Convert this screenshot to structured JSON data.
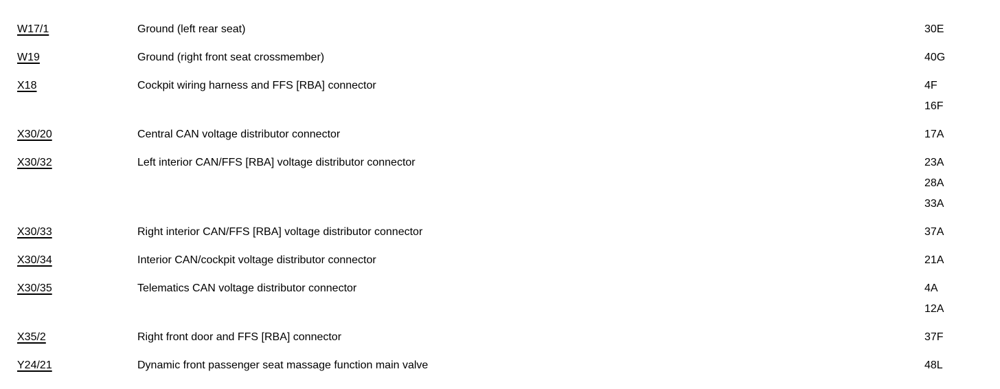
{
  "legend": {
    "text_color": "#000000",
    "background_color": "#ffffff",
    "rows": [
      {
        "code": "W17/1",
        "description": "Ground (left rear seat)",
        "refs": [
          "30E"
        ]
      },
      {
        "code": "W19",
        "description": "Ground (right front seat crossmember)",
        "refs": [
          "40G"
        ]
      },
      {
        "code": "X18",
        "description": "Cockpit wiring harness and FFS [RBA] connector",
        "refs": [
          "4F",
          "16F"
        ]
      },
      {
        "code": "X30/20",
        "description": "Central CAN voltage distributor connector",
        "refs": [
          "17A"
        ]
      },
      {
        "code": "X30/32",
        "description": "Left interior CAN/FFS [RBA] voltage distributor connector",
        "refs": [
          "23A",
          "28A",
          "33A"
        ]
      },
      {
        "code": "X30/33",
        "description": "Right interior CAN/FFS [RBA] voltage distributor connector",
        "refs": [
          "37A"
        ]
      },
      {
        "code": "X30/34",
        "description": "Interior CAN/cockpit voltage distributor connector",
        "refs": [
          "21A"
        ]
      },
      {
        "code": "X30/35",
        "description": "Telematics CAN voltage distributor connector",
        "refs": [
          "4A",
          "12A"
        ]
      },
      {
        "code": "X35/2",
        "description": "Right front door and FFS [RBA] connector",
        "refs": [
          "37F"
        ]
      },
      {
        "code": "Y24/21",
        "description": "Dynamic front passenger seat massage function main valve",
        "refs": [
          "48L"
        ]
      }
    ]
  }
}
